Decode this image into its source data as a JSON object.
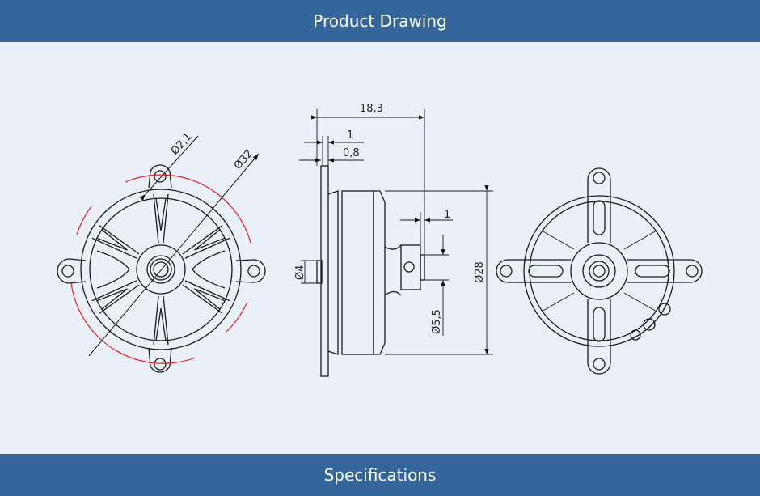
{
  "header": {
    "title": "Product Drawing"
  },
  "footer": {
    "title": "Specifications"
  },
  "drawing": {
    "dims": {
      "mount_hole": "Ø2,1",
      "mount_diameter": "Ø32",
      "length": "18,3",
      "flange_gap": "1",
      "flange_thickness": "0,8",
      "rear_shaft": "Ø4",
      "shaft_step": "1",
      "shaft": "Ø5,5",
      "body": "Ø28"
    },
    "colors": {
      "header": "#34659b",
      "background": "#eaf0f7",
      "line": "#1a1a1a",
      "highlight": "#e8212a"
    }
  }
}
